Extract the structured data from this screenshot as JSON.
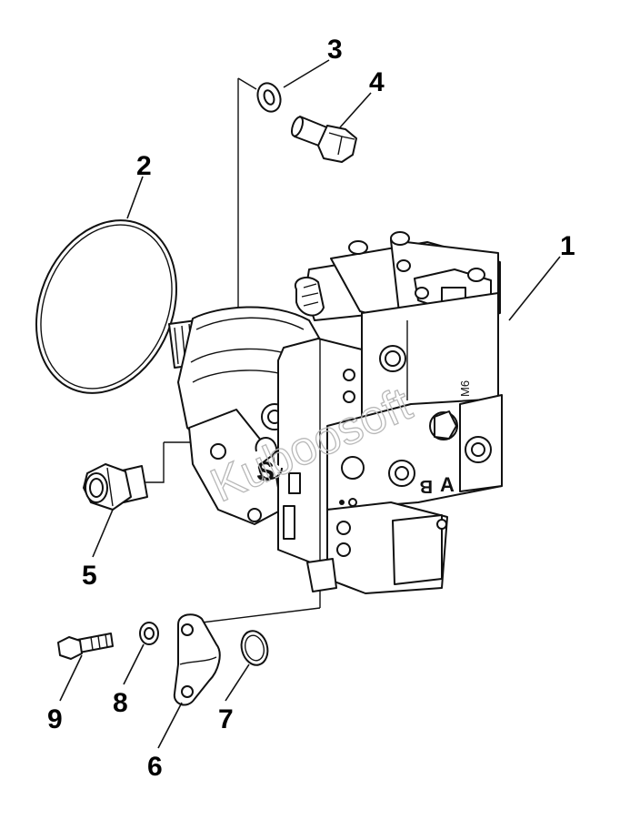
{
  "diagram": {
    "callouts": [
      {
        "id": "1",
        "label": "1"
      },
      {
        "id": "2",
        "label": "2"
      },
      {
        "id": "3",
        "label": "3"
      },
      {
        "id": "4",
        "label": "4"
      },
      {
        "id": "5",
        "label": "5"
      },
      {
        "id": "6",
        "label": "6"
      },
      {
        "id": "7",
        "label": "7"
      },
      {
        "id": "8",
        "label": "8"
      },
      {
        "id": "9",
        "label": "9"
      }
    ],
    "watermark": "Kuboosoft",
    "body_markings": {
      "port_a": "A",
      "port_b": "B",
      "logo_letter": "S",
      "plate_text": "M6"
    }
  }
}
